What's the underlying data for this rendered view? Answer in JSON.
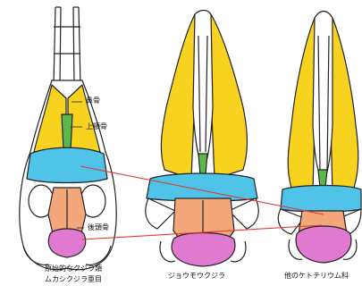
{
  "figure": {
    "labels": {
      "nasal": "鼻骨",
      "maxilla": "上顎骨",
      "occipital": "後頭骨"
    },
    "captions": {
      "primitive_line1": "原始的なクジラ類",
      "primitive_line2": "ムカシクジラ亜目",
      "bowhead": "ジョウモウクジラ",
      "cetotheriidae": "他のケトテリウム科"
    },
    "colors": {
      "nasal": "#5db84a",
      "maxilla": "#f7d21f",
      "frontal": "#4fc3e8",
      "parietal": "#f5a77c",
      "occipital": "#e07ad0",
      "outline": "#222222",
      "connector": "#e03a30"
    }
  }
}
